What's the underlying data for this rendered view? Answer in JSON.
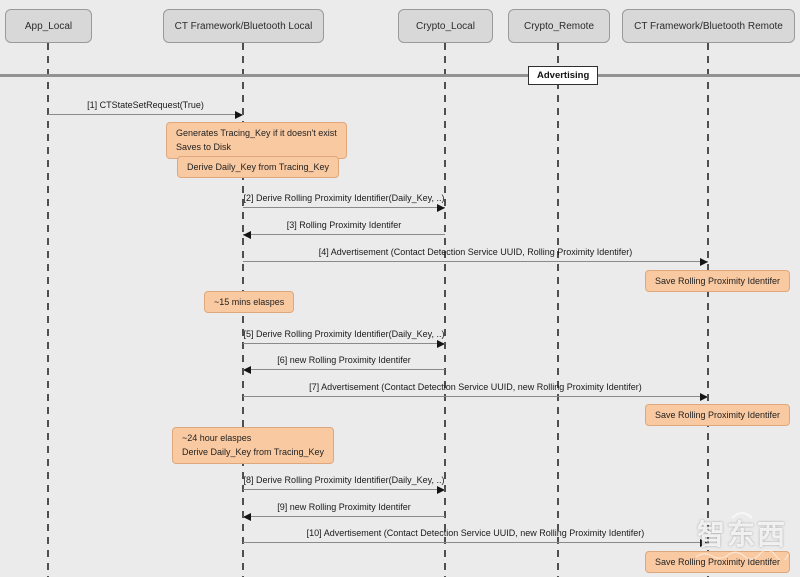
{
  "colors": {
    "background": "#ebebeb",
    "participant_fill": "#d8d8d8",
    "participant_border": "#9a9a9a",
    "note_fill": "#f9c9a1",
    "note_border": "#dfa87c",
    "message_line": "#8a8a8a",
    "arrowhead": "#151515",
    "divider": "#929292"
  },
  "participants": [
    {
      "label": "App_Local"
    },
    {
      "label": "CT Framework/Bluetooth Local"
    },
    {
      "label": "Crypto_Local"
    },
    {
      "label": "Crypto_Remote"
    },
    {
      "label": "CT Framework/Bluetooth Remote"
    }
  ],
  "divider": {
    "label": "Advertising"
  },
  "messages": [
    {
      "label": "[1] CTStateSetRequest(True)"
    },
    {
      "label": "[2] Derive Rolling Proximity Identifier(Daily_Key, ..)"
    },
    {
      "label": "[3] Rolling Proximity Identifer"
    },
    {
      "label": "[4] Advertisement (Contact Detection Service UUID, Rolling Proximity Identifer)"
    },
    {
      "label": "[5] Derive Rolling Proximity Identifier(Daily_Key, ..)"
    },
    {
      "label": "[6] new Rolling Proximity Identifer"
    },
    {
      "label": "[7] Advertisement (Contact Detection Service UUID, new Rolling Proximity Identifer)"
    },
    {
      "label": "[8] Derive Rolling Proximity Identifier(Daily_Key, ..)"
    },
    {
      "label": "[9] new Rolling Proximity Identifer"
    },
    {
      "label": "[10] Advertisement (Contact Detection Service UUID, new Rolling Proximity Identifer)"
    }
  ],
  "notes": [
    {
      "text": "Generates Tracing_Key if it doesn't exist\nSaves to Disk"
    },
    {
      "text": "Derive Daily_Key from Tracing_Key"
    },
    {
      "text": "Save Rolling Proximity Identifer"
    },
    {
      "text": "~15 mins elaspes"
    },
    {
      "text": "Save Rolling Proximity Identifer"
    },
    {
      "text": "~24 hour elaspes\nDerive Daily_Key from Tracing_Key"
    },
    {
      "text": "Save Rolling Proximity Identifer"
    }
  ],
  "watermark": {
    "text": "智东西"
  }
}
